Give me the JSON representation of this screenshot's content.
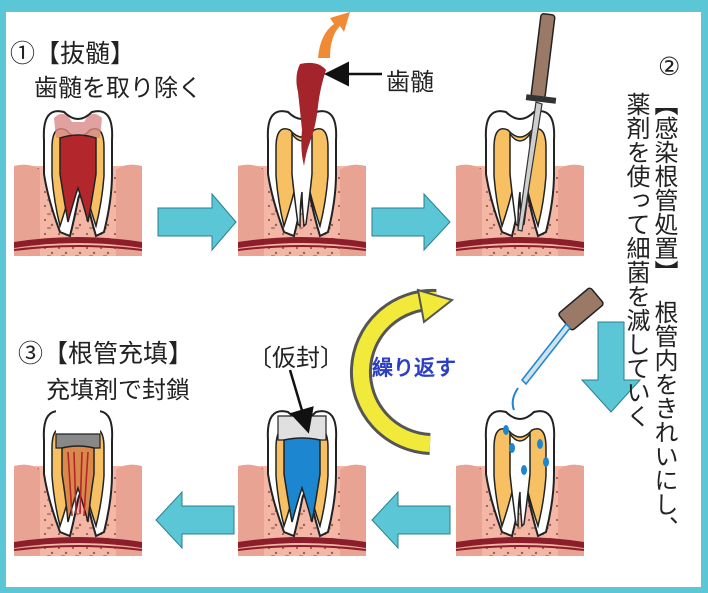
{
  "step1": {
    "number": "①",
    "title": "【抜髄】",
    "desc": "歯髄を取り除く",
    "pulp_callout": "歯髄"
  },
  "step2": {
    "number": "②",
    "title_vertical": "【感染根管処置】",
    "desc_vertical_1": "根管内をきれいにし、",
    "desc_vertical_2": "薬剤を使って細菌を滅していく"
  },
  "step3": {
    "number": "③",
    "title": "【根管充填】",
    "desc": "充填剤で封鎖",
    "temp_seal_label": "〔仮封〕"
  },
  "cycle": {
    "label": "繰り返す"
  },
  "colors": {
    "frame": "#5bc6d6",
    "flow_arrow": "#5bc6d6",
    "gum": "#e9a393",
    "bone": "#f4b7a6",
    "enamel": "#ffffff",
    "dentin": "#f6c063",
    "pulp": "#b3262c",
    "medicament": "#1d86d0",
    "filling": "#888888",
    "cycle_arrow": "#f2ea3a",
    "cycle_text": "#2c3fc4",
    "removal_arrow": "#f08a34"
  }
}
